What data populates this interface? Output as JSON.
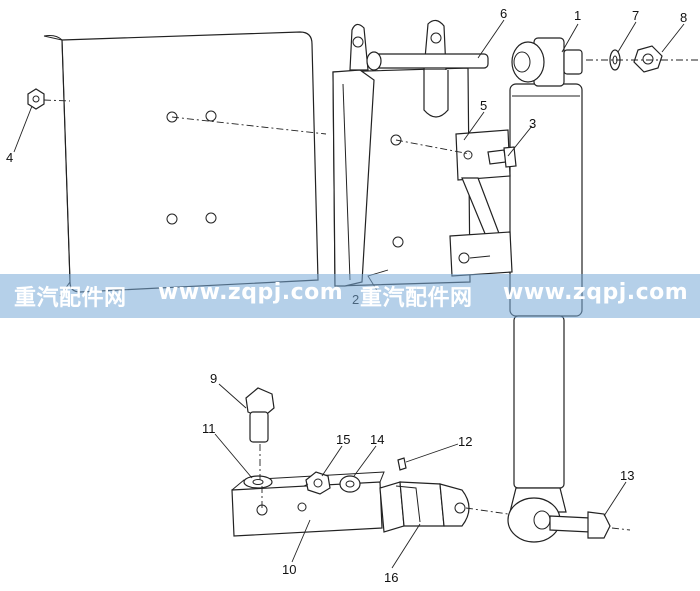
{
  "diagram": {
    "callouts": [
      "1",
      "2",
      "3",
      "4",
      "5",
      "6",
      "7",
      "8",
      "9",
      "10",
      "11",
      "12",
      "13",
      "14",
      "15",
      "16"
    ]
  },
  "watermark": {
    "texts": [
      "重汽配件网",
      "www.zqpj.com",
      "重汽配件网",
      "www.zqpj.com"
    ]
  }
}
